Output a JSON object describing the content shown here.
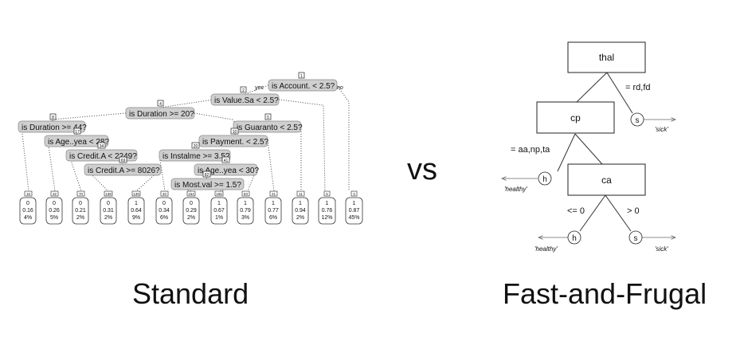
{
  "standard_tree": {
    "caption": "Standard",
    "root_labels": {
      "yes": "yes",
      "no": "no"
    },
    "splits": [
      {
        "id": "1",
        "label": "is Account. < 2.5?"
      },
      {
        "id": "2",
        "label": "is Value.Sa < 2.5?"
      },
      {
        "id": "4",
        "label": "is Duration >= 20?"
      },
      {
        "id": "8",
        "label": "is Duration >= 44?"
      },
      {
        "id": "17",
        "label": "is Age..yea < 28?"
      },
      {
        "id": "34",
        "label": "is Credit.A < 2249?"
      },
      {
        "id": "69",
        "label": "is Credit.A >= 8026?"
      },
      {
        "id": "5",
        "label": "is Guaranto < 2.5?"
      },
      {
        "id": "10",
        "label": "is Payment. < 2.5?"
      },
      {
        "id": "20",
        "label": "is Instalme >= 3.5?"
      },
      {
        "id": "41",
        "label": "is Age..yea < 30?"
      },
      {
        "id": "82",
        "label": "is Most.val >= 1.5?"
      }
    ],
    "leaves": [
      {
        "id": "16",
        "class": "0",
        "prob": "0.16",
        "pct": "4%"
      },
      {
        "id": "32",
        "class": "0",
        "prob": "0.26",
        "pct": "5%"
      },
      {
        "id": "70",
        "class": "0",
        "prob": "0.21",
        "pct": "2%"
      },
      {
        "id": "138",
        "class": "0",
        "prob": "0.31",
        "pct": "2%"
      },
      {
        "id": "139",
        "class": "1",
        "prob": "0.64",
        "pct": "9%"
      },
      {
        "id": "40",
        "class": "0",
        "prob": "0.34",
        "pct": "6%"
      },
      {
        "id": "164",
        "class": "0",
        "prob": "0.29",
        "pct": "2%"
      },
      {
        "id": "165",
        "class": "1",
        "prob": "0.67",
        "pct": "1%"
      },
      {
        "id": "83",
        "class": "1",
        "prob": "0.79",
        "pct": "3%"
      },
      {
        "id": "21",
        "class": "1",
        "prob": "0.77",
        "pct": "6%"
      },
      {
        "id": "11",
        "class": "1",
        "prob": "0.94",
        "pct": "2%"
      },
      {
        "id": "6",
        "class": "1",
        "prob": "0.76",
        "pct": "12%"
      },
      {
        "id": "3",
        "class": "1",
        "prob": "0.87",
        "pct": "45%"
      }
    ]
  },
  "separator": "vs",
  "fft": {
    "caption": "Fast-and-Frugal",
    "cues": [
      {
        "id": "thal",
        "label": "thal",
        "exit_condition": "= rd,fd",
        "exit_node": "s",
        "exit_label": "'sick'"
      },
      {
        "id": "cp",
        "label": "cp",
        "exit_condition": "= aa,np,ta",
        "exit_node": "h",
        "exit_label": "'healthy'"
      },
      {
        "id": "ca",
        "label": "ca"
      }
    ],
    "final": {
      "left_condition": "<= 0",
      "left_node": "h",
      "left_label": "'healthy'",
      "right_condition": "> 0",
      "right_node": "s",
      "right_label": "'sick'"
    }
  }
}
